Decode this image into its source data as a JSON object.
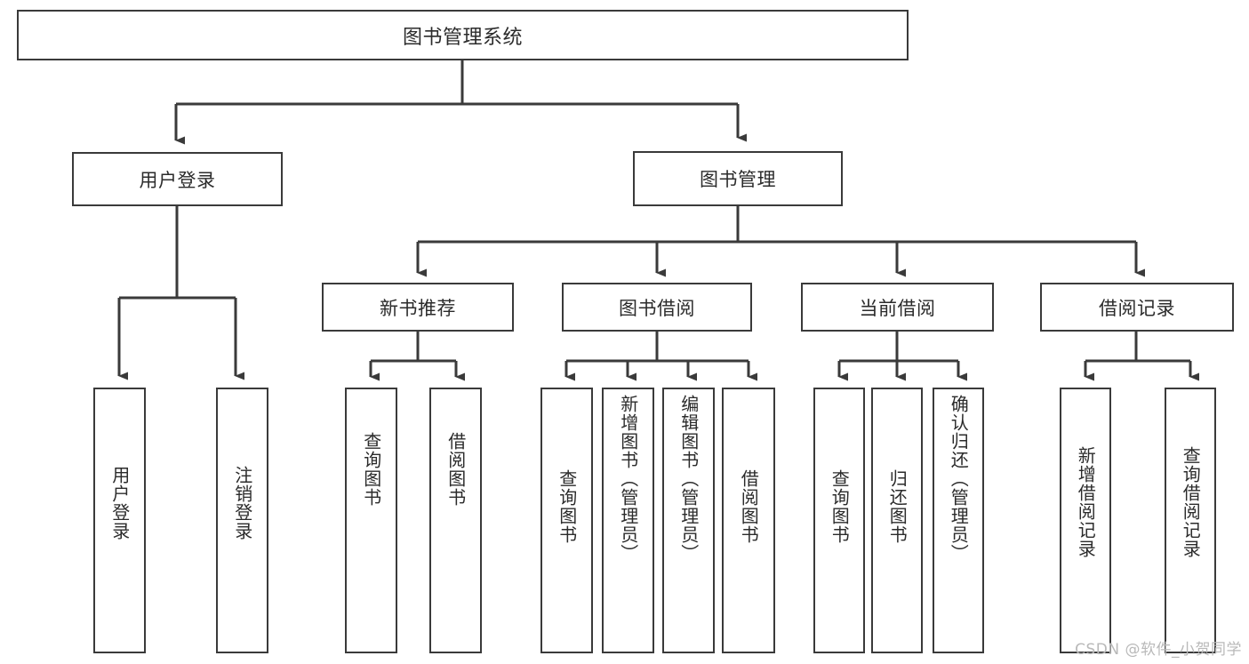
{
  "diagram": {
    "title": "图书管理系统",
    "type": "functional-structure-tree",
    "watermark": "CSDN @软件_小贺同学",
    "colors": {
      "stroke": "#3a3a3a",
      "text": "#2b2b2b",
      "background": "#ffffff",
      "watermark": "#b9b9b9"
    },
    "root": {
      "label": "图书管理系统"
    },
    "level2": [
      {
        "label": "用户登录"
      },
      {
        "label": "图书管理"
      }
    ],
    "level3": [
      {
        "label": "新书推荐"
      },
      {
        "label": "图书借阅"
      },
      {
        "label": "当前借阅"
      },
      {
        "label": "借阅记录"
      }
    ],
    "leaves": {
      "user_login": [
        {
          "label": "用户登录"
        },
        {
          "label": "注销登录"
        }
      ],
      "new_book_recommend": [
        {
          "label": "查询图书"
        },
        {
          "label": "借阅图书"
        }
      ],
      "book_borrow": [
        {
          "label": "查询图书"
        },
        {
          "label": "新增图书（管理员）"
        },
        {
          "label": "编辑图书（管理员）"
        },
        {
          "label": "借阅图书"
        }
      ],
      "current_borrow": [
        {
          "label": "查询图书"
        },
        {
          "label": "归还图书"
        },
        {
          "label": "确认归还（管理员）"
        }
      ],
      "borrow_record": [
        {
          "label": "新增借阅记录"
        },
        {
          "label": "查询借阅记录"
        }
      ]
    }
  }
}
